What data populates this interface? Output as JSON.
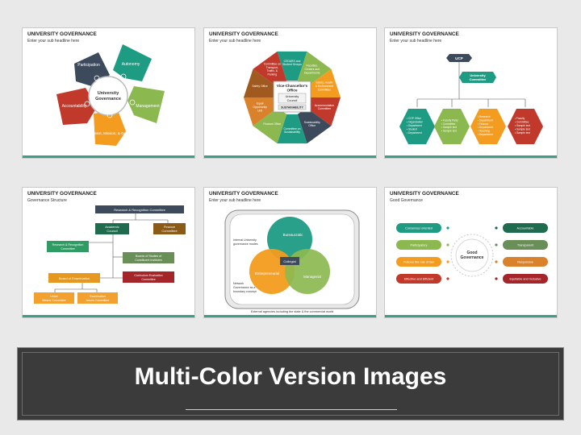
{
  "colors": {
    "dark_blue": "#3d4a5c",
    "teal": "#1e9b83",
    "green": "#8cb850",
    "orange": "#f39c1f",
    "red": "#c0392b",
    "brown": "#a0591e",
    "grey_green": "#6a8e58",
    "accent_bar": "#3e9e8a"
  },
  "slides": [
    {
      "title": "UNIVERSITY GOVERNANCE",
      "subtitle": "Enter your sub headline here",
      "center": [
        "University",
        "Governance"
      ],
      "petals": [
        "Participation",
        "Autonomy",
        "Management",
        "Context, Mission, & Goals",
        "Accountability"
      ]
    },
    {
      "title": "UNIVERSITY GOVERNANCE",
      "subtitle": "Enter your sub headline here",
      "center_title": [
        "Vice-Chancellor's",
        "Office"
      ],
      "center_box": [
        "University",
        "Council"
      ],
      "center_label": "SUSTAINABILITY",
      "segments": [
        "CEDARS and Student Groups",
        "Faculties, Centers and Departments",
        "Safety, Health & Environment Committee",
        "Accommodation Committee",
        "Sustainability Office",
        "Committee on Sustainability",
        "Finance Office",
        "Equal Opportunity Unit",
        "Safety Office",
        "Committee on Transport, Traffic, & Parking"
      ]
    },
    {
      "title": "UNIVERSITY GOVERNANCE",
      "subtitle": "Enter your sub headline here",
      "top_box": "UCP",
      "mid_box": [
        "University",
        "Committee"
      ],
      "hexagons": [
        [
          "COP Office",
          "Organization",
          "Department",
          "Student",
          "Department"
        ],
        [
          "Faculty Party",
          "Committee",
          "Sample text",
          "Sample text"
        ],
        [
          "Research",
          "Department",
          "Finance",
          "Department",
          "Teaching",
          "Department"
        ],
        [
          "Faculty",
          "Committee",
          "Sample text",
          "Sample text",
          "Sample text"
        ]
      ]
    },
    {
      "title": "UNIVERSITY GOVERNANCE",
      "subtitle": "Governance Structure",
      "boxes": {
        "research_recognition_top": "Research & Recognition Committee",
        "academic_council": [
          "Academic",
          "Council"
        ],
        "finance_committee": [
          "Finance",
          "Committee"
        ],
        "research_recognition": [
          "Research & Recognition",
          "Committee"
        ],
        "boards_of_studies": [
          "Boards of Studies of",
          "Constituent Institutes"
        ],
        "board_of_examination": "Board of Examination",
        "curriculum_evaluation": [
          "Curriculum Evaluation",
          "Committee"
        ],
        "unfair_means": [
          "Unfair",
          "Means Committee"
        ],
        "examination_issues": [
          "Examination",
          "Issues Committee"
        ]
      }
    },
    {
      "title": "UNIVERSITY GOVERNANCE",
      "subtitle": "Enter your sub headline here",
      "circles": [
        "Bureaucratic",
        "Entrepreneurial",
        "Managerial"
      ],
      "center_label": "Collegial",
      "left_note_top": [
        "Internal University",
        "governance modes"
      ],
      "left_note_bottom": [
        "Network",
        "Governance as a",
        "boundary concept"
      ],
      "bottom_note": "External agencies including the state & the commercial world"
    },
    {
      "title": "UNIVERSITY GOVERNANCE",
      "subtitle": "Good Governance",
      "center": [
        "Good",
        "Governance"
      ],
      "left_items": [
        "Consensus oriented",
        "Participatory",
        "Follows the rule of law",
        "Effective and Efficient"
      ],
      "right_items": [
        "Accountable",
        "Transparent",
        "Responsive",
        "Equitable and Inclusive"
      ]
    }
  ],
  "banner": {
    "text": "Multi-Color Version Images"
  }
}
